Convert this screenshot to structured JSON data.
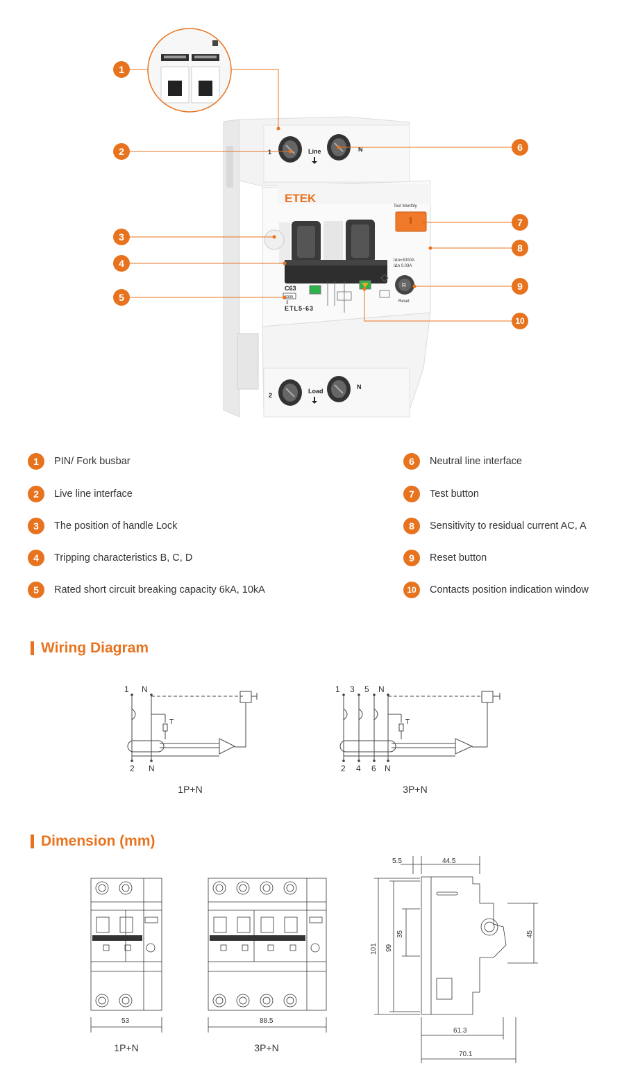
{
  "product": {
    "brand": "ETEK",
    "model": "ETL5-63",
    "rating": "C63",
    "capacity_mark": "6000",
    "class_mark": "3",
    "line_label": "Line",
    "load_label": "Load",
    "neutral_label": "N",
    "terminal_1": "1",
    "terminal_2": "2",
    "test_label": "Test Monthly",
    "i_delta_n": "IΔn=3000A",
    "i_n": "IΔn 0.03A",
    "reset_badge": "R",
    "reset_label": "Reset",
    "terminal_3": "3"
  },
  "callouts": [
    "1",
    "2",
    "3",
    "4",
    "5",
    "6",
    "7",
    "8",
    "9",
    "10"
  ],
  "legend": {
    "left": [
      {
        "num": "1",
        "text": "PIN/ Fork busbar"
      },
      {
        "num": "2",
        "text": "Live line interface"
      },
      {
        "num": "3",
        "text": "The position of handle Lock"
      },
      {
        "num": "4",
        "text": "Tripping characteristics B, C, D"
      },
      {
        "num": "5",
        "text": "Rated short circuit breaking capacity 6kA, 10kA"
      }
    ],
    "right": [
      {
        "num": "6",
        "text": "Neutral line interface"
      },
      {
        "num": "7",
        "text": "Test button"
      },
      {
        "num": "8",
        "text": "Sensitivity to residual current AC, A"
      },
      {
        "num": "9",
        "text": "Reset button"
      },
      {
        "num": "10",
        "text": "Contacts position indication window"
      }
    ]
  },
  "wiring": {
    "title": "Wiring Diagram",
    "d1": {
      "caption": "1P+N",
      "top": [
        "1",
        "N"
      ],
      "bottom": [
        "2",
        "N"
      ],
      "t": "T"
    },
    "d2": {
      "caption": "3P+N",
      "top": [
        "1",
        "3",
        "5",
        "N"
      ],
      "bottom": [
        "2",
        "4",
        "6",
        "N"
      ],
      "t": "T"
    }
  },
  "dimension": {
    "title": "Dimension (mm)",
    "front1": {
      "caption": "1P+N",
      "width": "53"
    },
    "front2": {
      "caption": "3P+N",
      "width": "88.5"
    },
    "side": {
      "d_5_5": "5.5",
      "d_44_5": "44.5",
      "d_101": "101",
      "d_99": "99",
      "d_35": "35",
      "d_45": "45",
      "d_61_3": "61.3",
      "d_70_1": "70.1"
    }
  },
  "colors": {
    "accent": "#e8731e",
    "test_button": "#f07a2a",
    "indicator_green": "#2db34a"
  }
}
